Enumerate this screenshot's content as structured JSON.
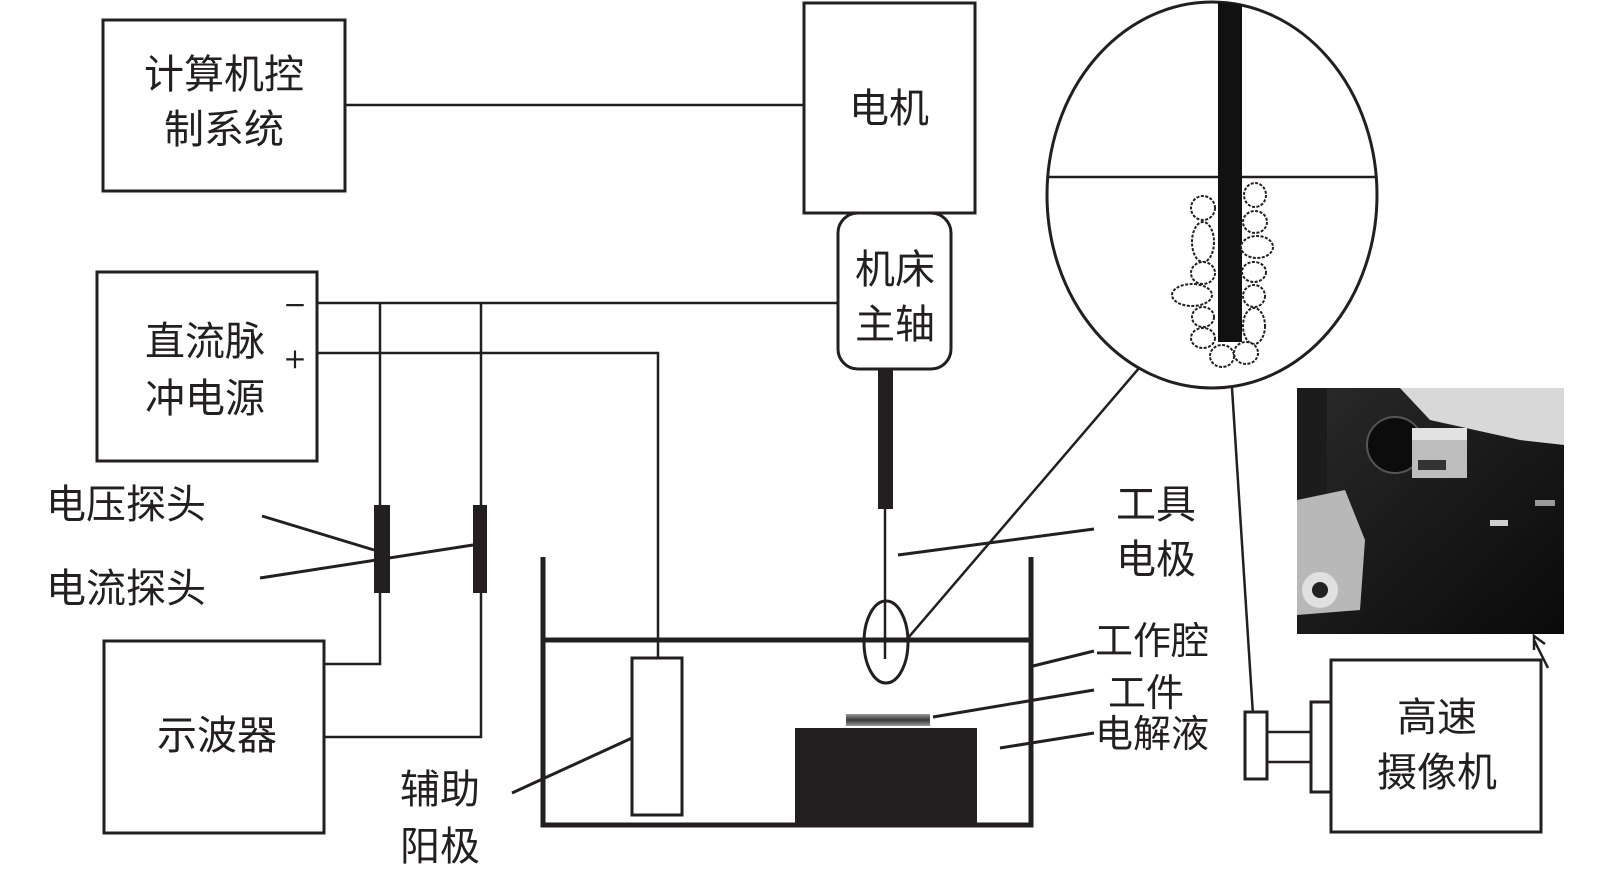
{
  "blocks": {
    "computer": [
      "计算机控",
      "制系统"
    ],
    "motor": [
      "电机"
    ],
    "spindle": [
      "机床",
      "主轴"
    ],
    "power": [
      "直流脉",
      "冲电源"
    ],
    "oscilloscope": [
      "示波器"
    ],
    "camera": [
      "高速",
      "摄像机"
    ]
  },
  "terminals": {
    "negative": "−",
    "positive": "+"
  },
  "labels": {
    "voltage_probe": "电压探头",
    "current_probe": "电流探头",
    "tool_electrode": [
      "工具",
      "电极"
    ],
    "work_chamber": "工作腔",
    "workpiece": "工件",
    "electrolyte": "电解液",
    "aux_anode": [
      "辅助",
      "阳极"
    ]
  },
  "colors": {
    "ink": "#231f20",
    "background": "#ffffff"
  },
  "photo": {
    "icon": "high-speed-camera-photo"
  }
}
